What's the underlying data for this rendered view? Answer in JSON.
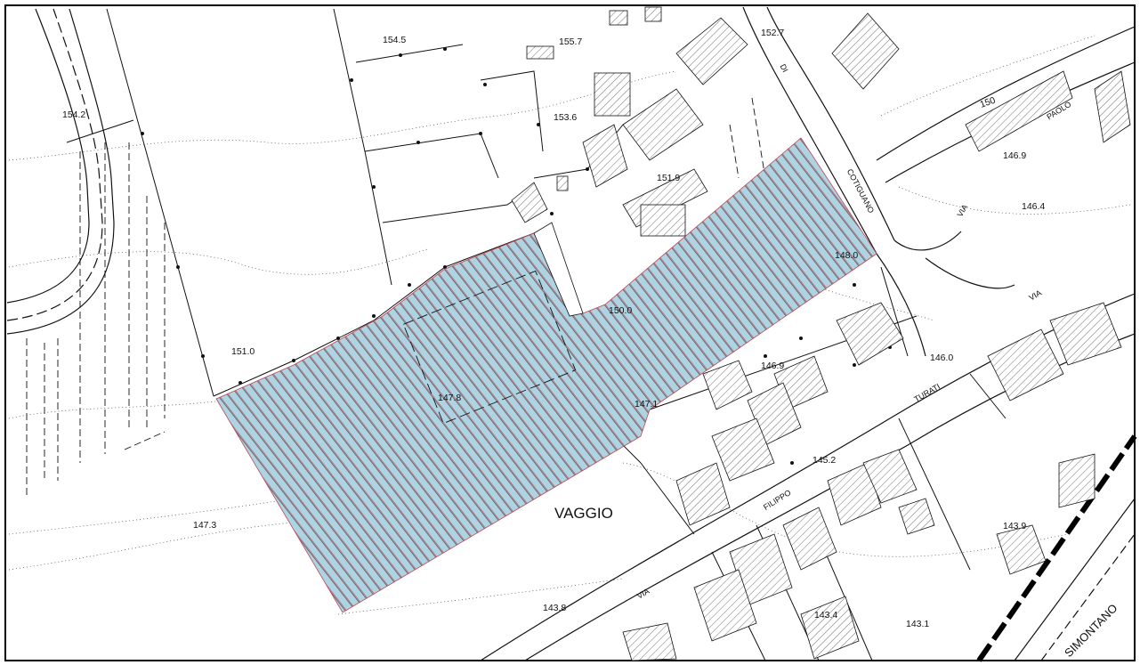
{
  "map": {
    "place_name": "VAGGIO",
    "colors": {
      "parcel_fill": "#aed3e3",
      "parcel_hatch": "#c0454f",
      "line": "#111111",
      "frame": "#000000"
    },
    "contour_label": "150",
    "elevation_labels": [
      {
        "id": "e154-5",
        "text": "154.5"
      },
      {
        "id": "e155-7",
        "text": "155.7"
      },
      {
        "id": "e152-7",
        "text": "152.7"
      },
      {
        "id": "e154-2",
        "text": "154.2"
      },
      {
        "id": "e153-6",
        "text": "153.6"
      },
      {
        "id": "e151-9",
        "text": "151.9"
      },
      {
        "id": "e146-9a",
        "text": "146.9"
      },
      {
        "id": "e146-4",
        "text": "146.4"
      },
      {
        "id": "e148-0",
        "text": "148.0"
      },
      {
        "id": "e150-0",
        "text": "150.0"
      },
      {
        "id": "e151-0",
        "text": "151.0"
      },
      {
        "id": "e147-8",
        "text": "147.8"
      },
      {
        "id": "e146-9b",
        "text": "146.9"
      },
      {
        "id": "e146-0",
        "text": "146.0"
      },
      {
        "id": "e147-1",
        "text": "147.1"
      },
      {
        "id": "e145-2",
        "text": "145.2"
      },
      {
        "id": "e147-3",
        "text": "147.3"
      },
      {
        "id": "e143-9",
        "text": "143.9"
      },
      {
        "id": "e143-8",
        "text": "143.8"
      },
      {
        "id": "e143-4",
        "text": "143.4"
      },
      {
        "id": "e143-1",
        "text": "143.1"
      }
    ],
    "street_labels": [
      {
        "id": "via-top",
        "text": "VIA"
      },
      {
        "id": "paolo",
        "text": "PAOLO"
      },
      {
        "id": "cotiguano",
        "text": "COTIGUANO"
      },
      {
        "id": "di",
        "text": "DI"
      },
      {
        "id": "via-right",
        "text": "VIA"
      },
      {
        "id": "turati",
        "text": "TURATI"
      },
      {
        "id": "filippo",
        "text": "FILIPPO"
      },
      {
        "id": "via-bottom",
        "text": "VIA"
      },
      {
        "id": "simontano",
        "text": "SIMONTANO"
      }
    ]
  }
}
